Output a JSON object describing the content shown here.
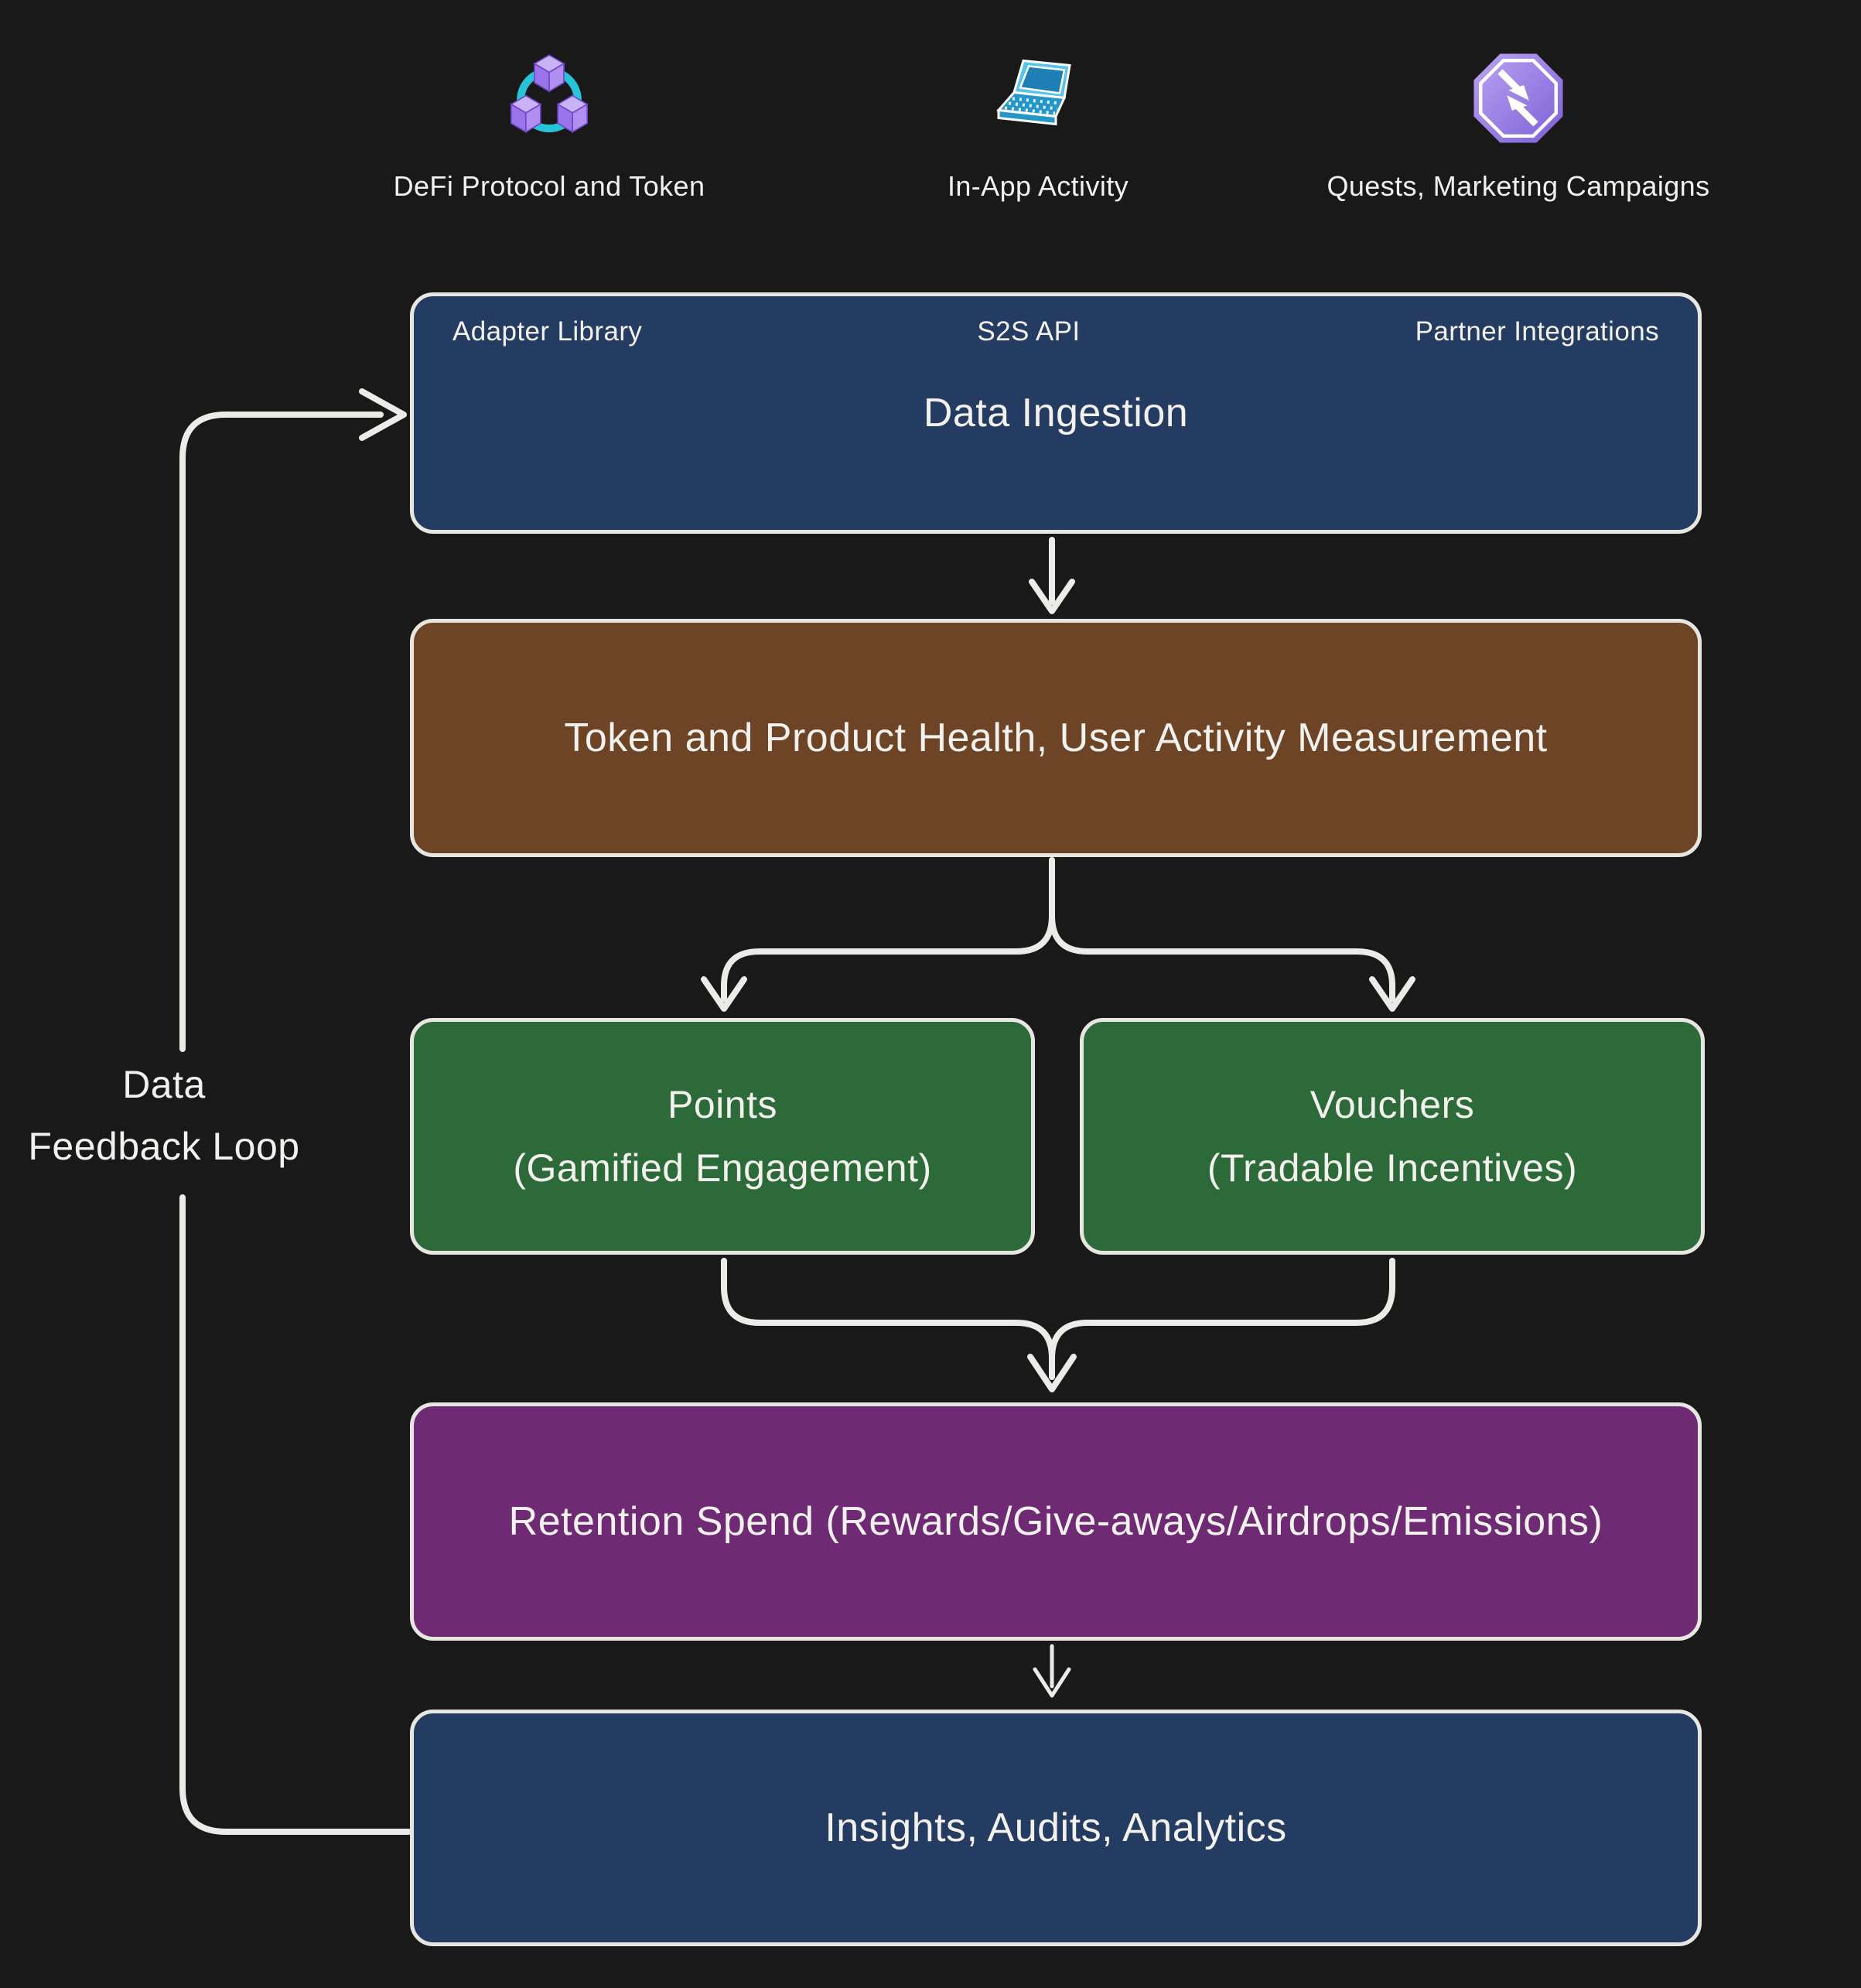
{
  "colors": {
    "bg": "#191919",
    "box-navy": "#253c62",
    "box-brown": "#6e4426",
    "box-green": "#2d6a3a",
    "box-purple": "#6e2a72",
    "border": "#e8e6e1",
    "line": "#edebe7",
    "text": "#f3f1ed",
    "teal": "#27c3d8",
    "icon-purple": "#9a74e8"
  },
  "sources": [
    {
      "label": "DeFi Protocol and Token",
      "icon": "cubes-network-icon"
    },
    {
      "label": "In-App Activity",
      "icon": "laptop-icon"
    },
    {
      "label": "Quests, Marketing Campaigns",
      "icon": "swap-arrows-octagon-icon"
    }
  ],
  "flow": {
    "data_ingestion": {
      "title": "Data Ingestion",
      "sublabels": [
        "Adapter Library",
        "S2S API",
        "Partner Integrations"
      ]
    },
    "measurement": {
      "title": "Token and Product Health, User Activity Measurement"
    },
    "points": {
      "line1": "Points",
      "line2": "(Gamified Engagement)"
    },
    "vouchers": {
      "line1": "Vouchers",
      "line2": "(Tradable Incentives)"
    },
    "retention": {
      "title": "Retention Spend (Rewards/Give-aways/Airdrops/Emissions)"
    },
    "insights": {
      "title": "Insights, Audits, Analytics"
    }
  },
  "feedback_loop": {
    "line1": "Data",
    "line2": "Feedback Loop"
  }
}
